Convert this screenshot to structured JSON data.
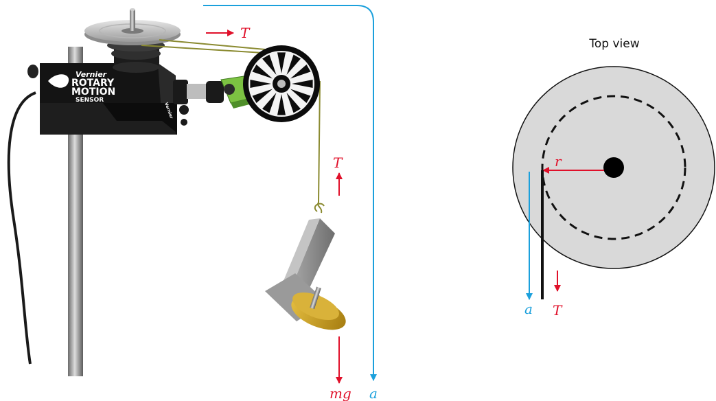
{
  "labels": {
    "tension_top": "T",
    "tension_hanging": "T",
    "weight": "mg",
    "acceleration_left": "a",
    "top_view_title": "Top view",
    "radius": "r",
    "acceleration_right": "a",
    "tension_right": "T"
  },
  "sensor": {
    "brand": "Vernier",
    "line1": "ROTARY",
    "line2": "MOTION",
    "line3": "SENSOR",
    "side_brand": "Vernier"
  },
  "colors": {
    "force_arrow": "#e0102a",
    "acceleration_arrow": "#1ba0dc",
    "pulley_arm": "#7cc242",
    "string": "#8a8a30",
    "top_view_disk": "#d9d9d9",
    "sensor_body": "#111111",
    "mass": "#c9a227"
  }
}
